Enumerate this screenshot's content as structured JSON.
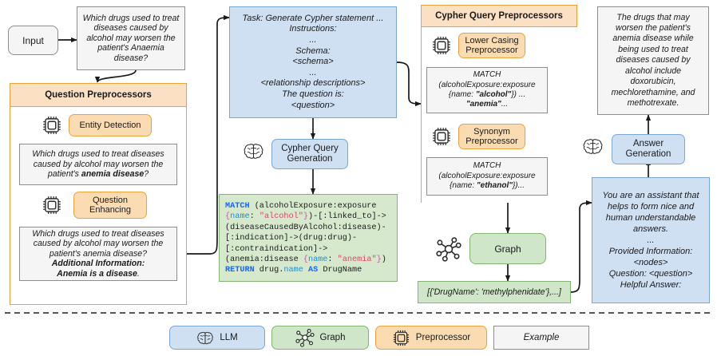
{
  "diagram": {
    "title": "Knowledge-graph question answering pipeline",
    "colors": {
      "llm_fill": "#cfe0f3",
      "llm_stroke": "#7da7d3",
      "graph_fill": "#cfe6c8",
      "graph_stroke": "#84b574",
      "preprocessor_fill": "#fbdcb2",
      "preprocessor_stroke": "#e8a33d",
      "example_fill": "#f5f5f5",
      "example_stroke": "#8d8d8d",
      "code_fill": "#d6e9cd",
      "keyword": "#1565ff",
      "string": "#d44c6a",
      "property": "#1d8fd1",
      "brace": "#c060a8"
    }
  },
  "input_node": {
    "label": "Input"
  },
  "question_example": {
    "text": "Which drugs used to treat diseases caused by alcohol may worsen the patient's Anaemia disease?"
  },
  "question_preprocessors": {
    "header": "Question Preprocessors",
    "steps": [
      {
        "name": "Entity Detection",
        "icon": "chip-icon",
        "example_pre": "Which drugs used to treat diseases caused by alcohol may worsen the patient's ",
        "example_bold": "anemia disease",
        "example_post": "?"
      },
      {
        "name": "Question Enhancing",
        "icon": "chip-icon",
        "example_pre": "Which drugs used to treat diseases caused by alcohol may worsen the patient's anemia disease?",
        "example_bold_line1": "Additional Information:",
        "example_bold_line2": "Anemia is a disease",
        "example_post": "."
      }
    ]
  },
  "cypher_prompt": {
    "lines": [
      "Task: Generate Cypher statement ...",
      "Instructions:",
      "...",
      "Schema:",
      "<schema>",
      "...",
      "<relationship descriptions>",
      "The question is:",
      "<question>"
    ]
  },
  "cypher_generation_node": {
    "label": "Cypher Query Generation",
    "icon": "brain-icon"
  },
  "cypher_code": {
    "tokens": [
      {
        "t": "MATCH",
        "c": "kw"
      },
      {
        "t": " (alcoholExposure:exposure\n",
        "c": ""
      },
      {
        "t": "{",
        "c": "brc"
      },
      {
        "t": "name",
        "c": "prop"
      },
      {
        "t": ": ",
        "c": ""
      },
      {
        "t": "\"alcohol\"",
        "c": "str"
      },
      {
        "t": "}",
        "c": "brc"
      },
      {
        "t": ")-[:linked_to]->\n(diseaseCausedByAlcohol:disease)-\n[:indication]->(drug:drug)-\n[:contraindication]->\n(anemia:disease ",
        "c": ""
      },
      {
        "t": "{",
        "c": "brc"
      },
      {
        "t": "name",
        "c": "prop"
      },
      {
        "t": ": ",
        "c": ""
      },
      {
        "t": "\"anemia\"",
        "c": "str"
      },
      {
        "t": "}",
        "c": "brc"
      },
      {
        "t": ")\n",
        "c": ""
      },
      {
        "t": "RETURN",
        "c": "kw"
      },
      {
        "t": " drug.",
        "c": ""
      },
      {
        "t": "name",
        "c": "prop"
      },
      {
        "t": " ",
        "c": ""
      },
      {
        "t": "AS",
        "c": "kw"
      },
      {
        "t": " DrugName",
        "c": ""
      }
    ],
    "plain": "MATCH (alcoholExposure:exposure {name: \"alcohol\"})-[:linked_to]->(diseaseCausedByAlcohol:disease)-[:indication]->(drug:drug)-[:contraindication]->(anemia:disease {name: \"anemia\"}) RETURN drug.name AS DrugName"
  },
  "cypher_preprocessors": {
    "header": "Cypher Query Preprocessors",
    "steps": [
      {
        "name": "Lower Casing Preprocessor",
        "icon": "chip-icon",
        "example_line1": "MATCH",
        "example_line2": "(alcoholExposure:exposure",
        "example_line3_pre": "{name: ",
        "example_line3_bold": "\"alcohol\"",
        "example_line3_post": "}) ...",
        "example_line4_bold": "\"anemia\"",
        "example_line4_post": "..."
      },
      {
        "name": "Synonym Preprocessor",
        "icon": "chip-icon",
        "example_line1": "MATCH",
        "example_line2": "(alcoholExposure:exposure",
        "example_line3_pre": "{name: ",
        "example_line3_bold": "\"ethanol\"",
        "example_line3_post": "})..."
      }
    ]
  },
  "graph_node": {
    "label": "Graph",
    "icon": "graph-icon"
  },
  "graph_result": {
    "text": "[{'DrugName': 'methylphenidate'},...]"
  },
  "answer_prompt": {
    "lines": [
      "You are an assistant that",
      "helps to form nice and",
      "human understandable",
      "answers.",
      "...",
      "Provided Information:",
      "<nodes>",
      "Question: <question>",
      "Helpful Answer:"
    ]
  },
  "answer_generation_node": {
    "label": "Answer Generation",
    "icon": "brain-icon"
  },
  "final_answer": {
    "text": "The drugs that may worsen the patient's anemia disease while being used to treat diseases caused by alcohol include doxorubicin, mechlorethamine, and methotrexate."
  },
  "legend": {
    "items": [
      {
        "label": "LLM",
        "icon": "brain-icon",
        "style": "llm"
      },
      {
        "label": "Graph",
        "icon": "graph-icon",
        "style": "graph"
      },
      {
        "label": "Preprocessor",
        "icon": "chip-icon",
        "style": "pre"
      },
      {
        "label": "Example",
        "icon": "none",
        "style": "ex"
      }
    ]
  }
}
